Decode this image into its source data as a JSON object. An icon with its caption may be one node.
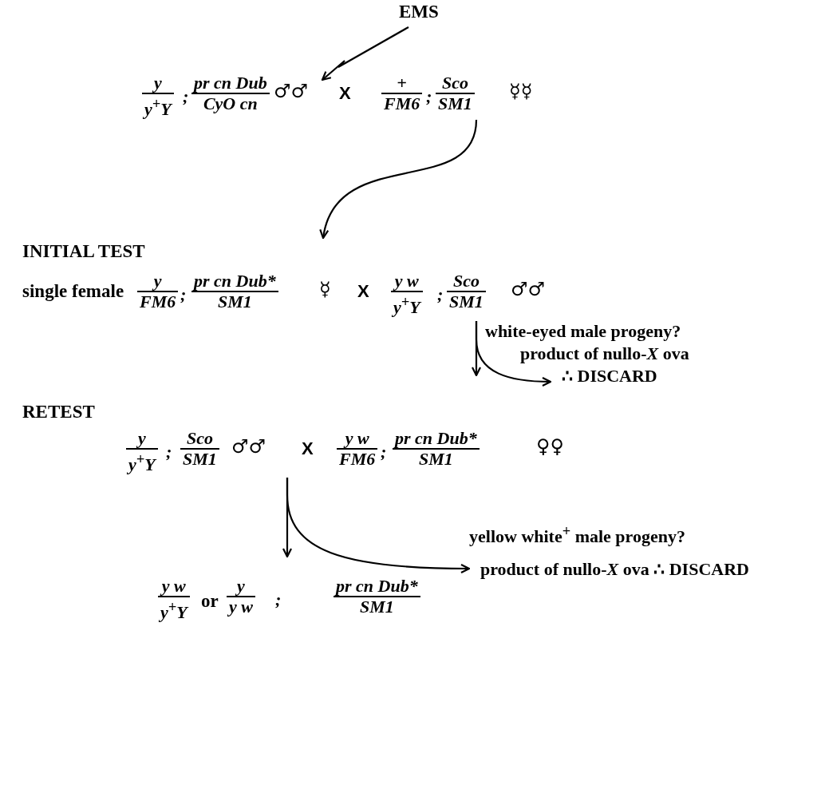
{
  "diagram": {
    "nodes": [
      {
        "text": [
          "EMS"
        ]
      },
      {
        "text": [
          "y",
          "y$^{+}$Y",
          ";",
          "pr cn Dub",
          "CyO cn",
          "♂♂",
          "X",
          "+",
          "FM6",
          ";",
          "Sco",
          "SM1",
          "☿☿"
        ]
      },
      {
        "text": [
          "INITIAL TEST",
          "single female",
          "y",
          "FM6",
          ";",
          "pr cn Dub*",
          "SM1",
          "☿",
          "X",
          "y w",
          "y$^{+}$Y",
          ";",
          "Sco",
          "SM1",
          "♂♂"
        ]
      },
      {
        "text": [
          "white-eyed male progeny?",
          "product of nullo-*X* ova",
          "∴ DISCARD"
        ]
      },
      {
        "text": [
          "RETEST",
          "y",
          "y$^{+}$Y",
          ";",
          "Sco",
          "SM1",
          "♂♂",
          "X",
          "y w",
          "FM6",
          ";",
          "pr cn Dub*",
          "SM1",
          "♀♀"
        ]
      },
      {
        "text": [
          "yellow white$^{+}$ male progeny?",
          "product of nullo-*X* ova ∴ DISCARD"
        ]
      },
      {
        "text": [
          "y w",
          "y$^{+}$Y",
          "or",
          "y",
          "y w",
          ";",
          "pr cn Dub*",
          "SM1"
        ]
      }
    ],
    "edges": [
      {
        "from": 0,
        "to": 1,
        "arrow": "to"
      },
      {
        "from": 1,
        "to": 2,
        "arrow": "to"
      },
      {
        "from": 2,
        "to": 4,
        "arrow": "to"
      },
      {
        "from": 2,
        "to": 3,
        "arrow": "to"
      },
      {
        "from": 4,
        "to": 6,
        "arrow": "to"
      },
      {
        "from": 4,
        "to": 5,
        "arrow": "to"
      }
    ]
  }
}
